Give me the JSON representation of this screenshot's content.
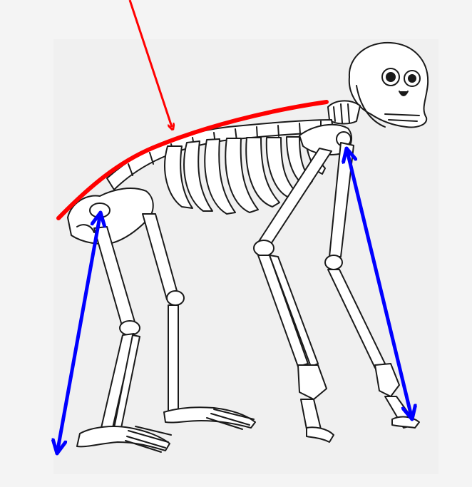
{
  "figure": {
    "subject": "quadruped-primate-skeleton",
    "background_color": "#f4f4f4",
    "bone_fill": "#ffffff",
    "bone_stroke": "#1a1a1a",
    "annotations": {
      "spine_curve": {
        "color": "#ff0000",
        "meaning": "curved-back"
      },
      "pointer_arrow": {
        "color": "#ff0000"
      },
      "hindlimb_arrow": {
        "color": "#0000ff",
        "meaning": "hindlimb-length"
      },
      "forelimb_arrow": {
        "color": "#0000ff",
        "meaning": "forelimb-length"
      }
    }
  }
}
